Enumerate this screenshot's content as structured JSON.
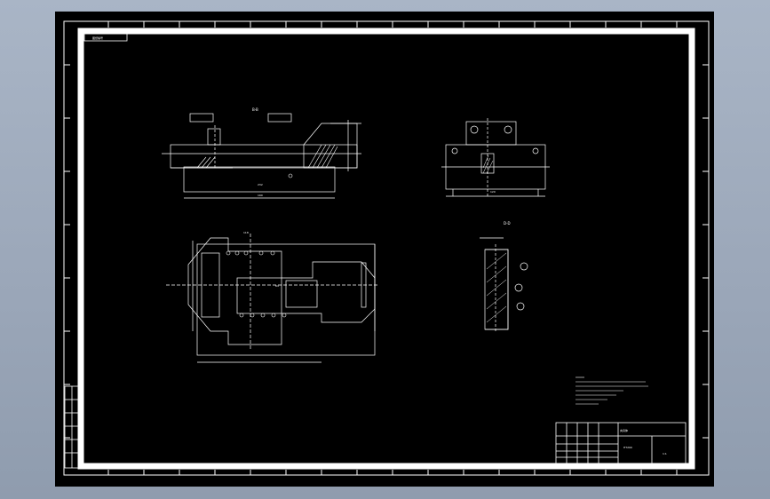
{
  "app": {
    "background_color": "#a0acbe",
    "canvas_color": "#000000",
    "line_color": "#ffffff"
  },
  "sheet": {
    "drawing_code": "图纸编号",
    "views": {
      "section_top": "B-B",
      "view_right": "D-D"
    },
    "dims": {
      "d1": "118",
      "d2": "64",
      "d3": "120",
      "d4": "232",
      "d5": "190"
    },
    "title_block": {
      "name": "夹具体",
      "material": "HT200",
      "scale": "1:1"
    }
  }
}
